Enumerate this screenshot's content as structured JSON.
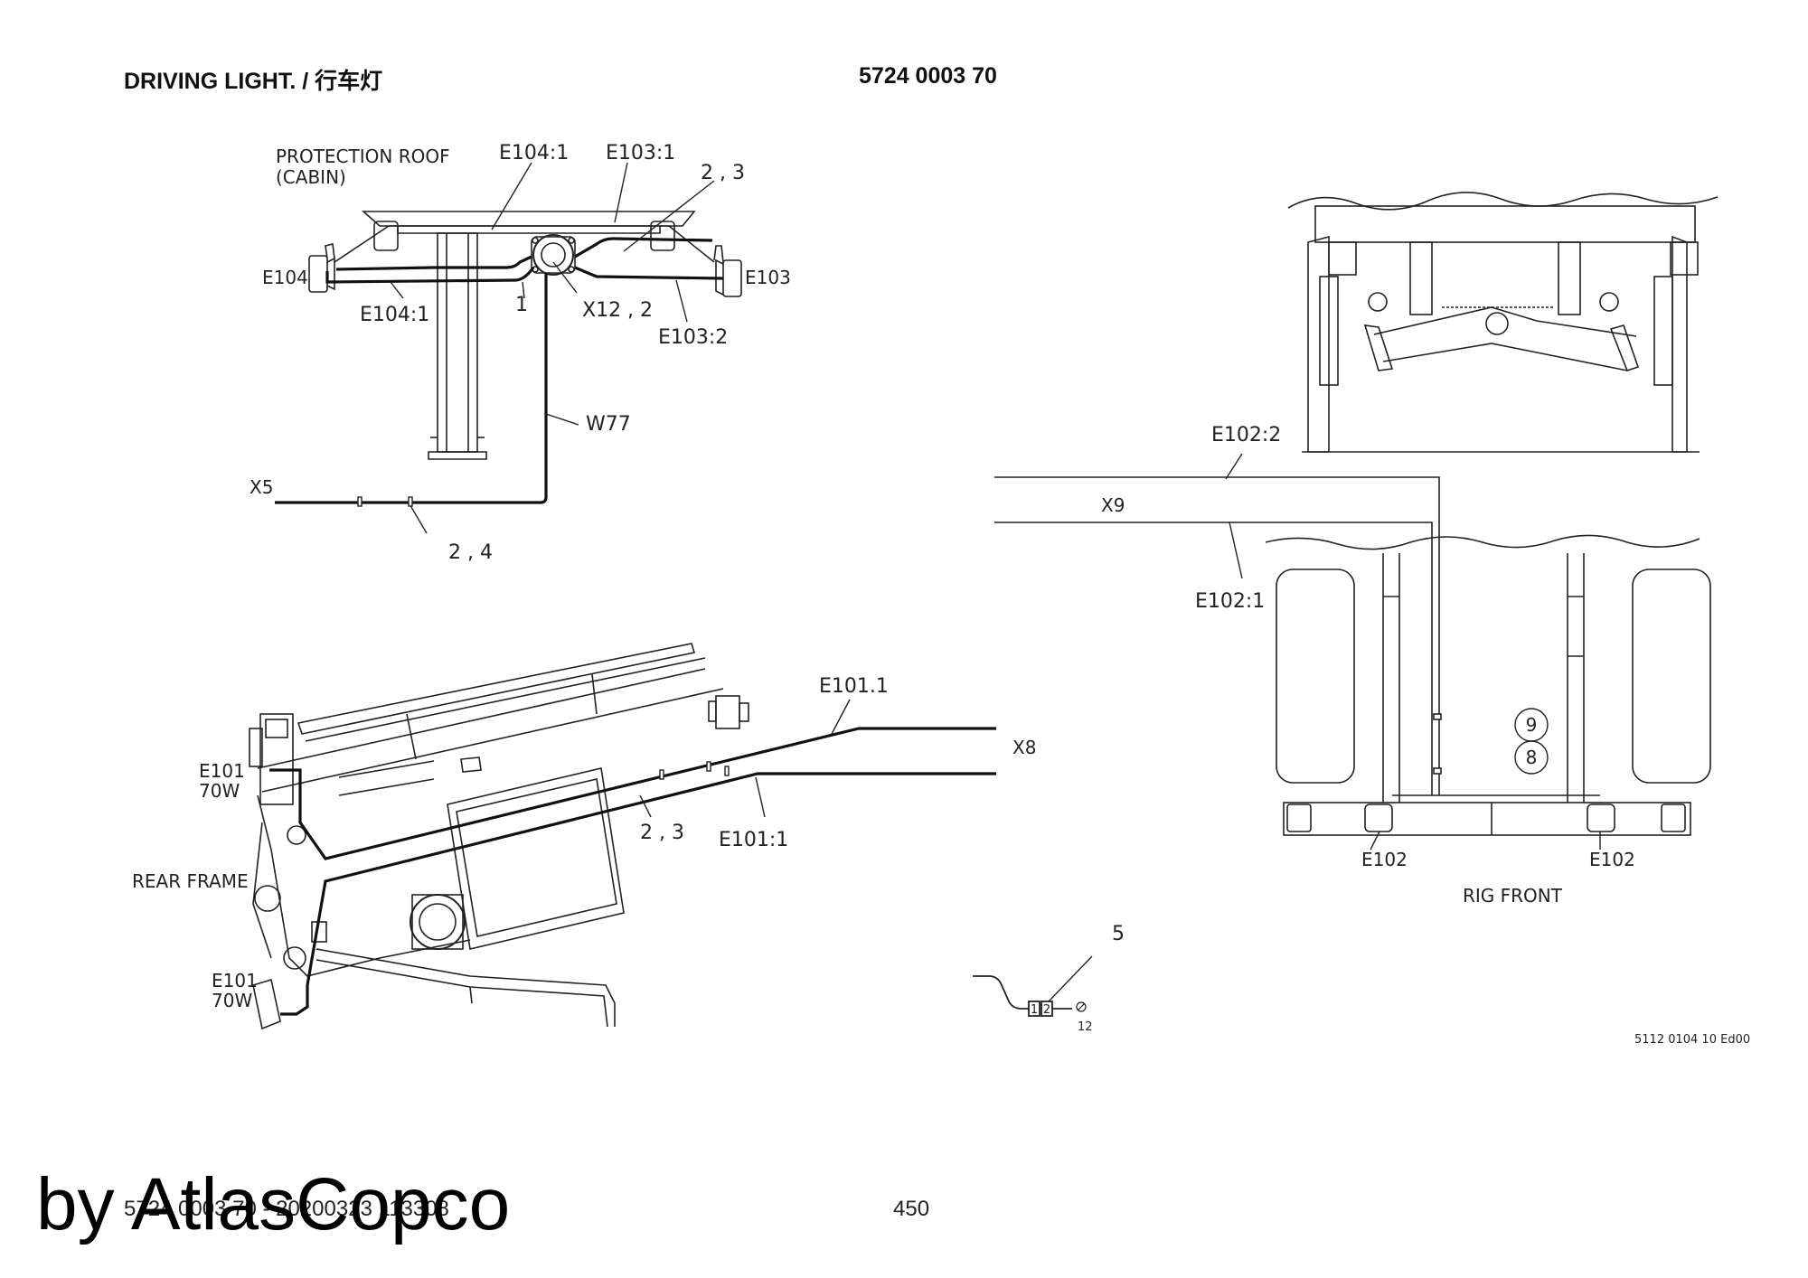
{
  "header": {
    "title": "DRIVING LIGHT. / 行车灯",
    "part_number": "5724 0003 70"
  },
  "footer": {
    "doc_ref": "5724 0003 70 - 20200323 113308",
    "page_number": "450",
    "watermark": "by AtlasCopco"
  },
  "diagram": {
    "drawing_ref": "5112 0104 10 Ed00",
    "cabin": {
      "title_line1": "PROTECTION ROOF",
      "title_line2": "(CABIN)",
      "e104_1_top": "E104:1",
      "e103_1": "E103:1",
      "ref_2_3": "2 , 3",
      "e104": "E104",
      "e103": "E103",
      "e104_1_bottom": "E104:1",
      "ref_1": "1",
      "x12_2": "X12 , 2",
      "e103_2": "E103:2",
      "w77": "W77",
      "x5": "X5",
      "ref_2_4": "2 , 4"
    },
    "rear": {
      "e101_upper": "E101",
      "w70_upper": "70W",
      "e101_1_dot": "E101.1",
      "x8": "X8",
      "ref_2_3": "2 , 3",
      "e101_1_colon": "E101:1",
      "rear_frame": "REAR FRAME",
      "e101_lower": "E101",
      "w70_lower": "70W"
    },
    "front": {
      "e102_2": "E102:2",
      "x9": "X9",
      "e102_1": "E102:1",
      "circle_9": "9",
      "circle_8": "8",
      "e102_left": "E102",
      "e102_right": "E102",
      "rig_front": "RIG FRONT"
    },
    "detail": {
      "item_5": "5",
      "pin_1": "1",
      "pin_2": "2",
      "ref_12": "12"
    }
  }
}
